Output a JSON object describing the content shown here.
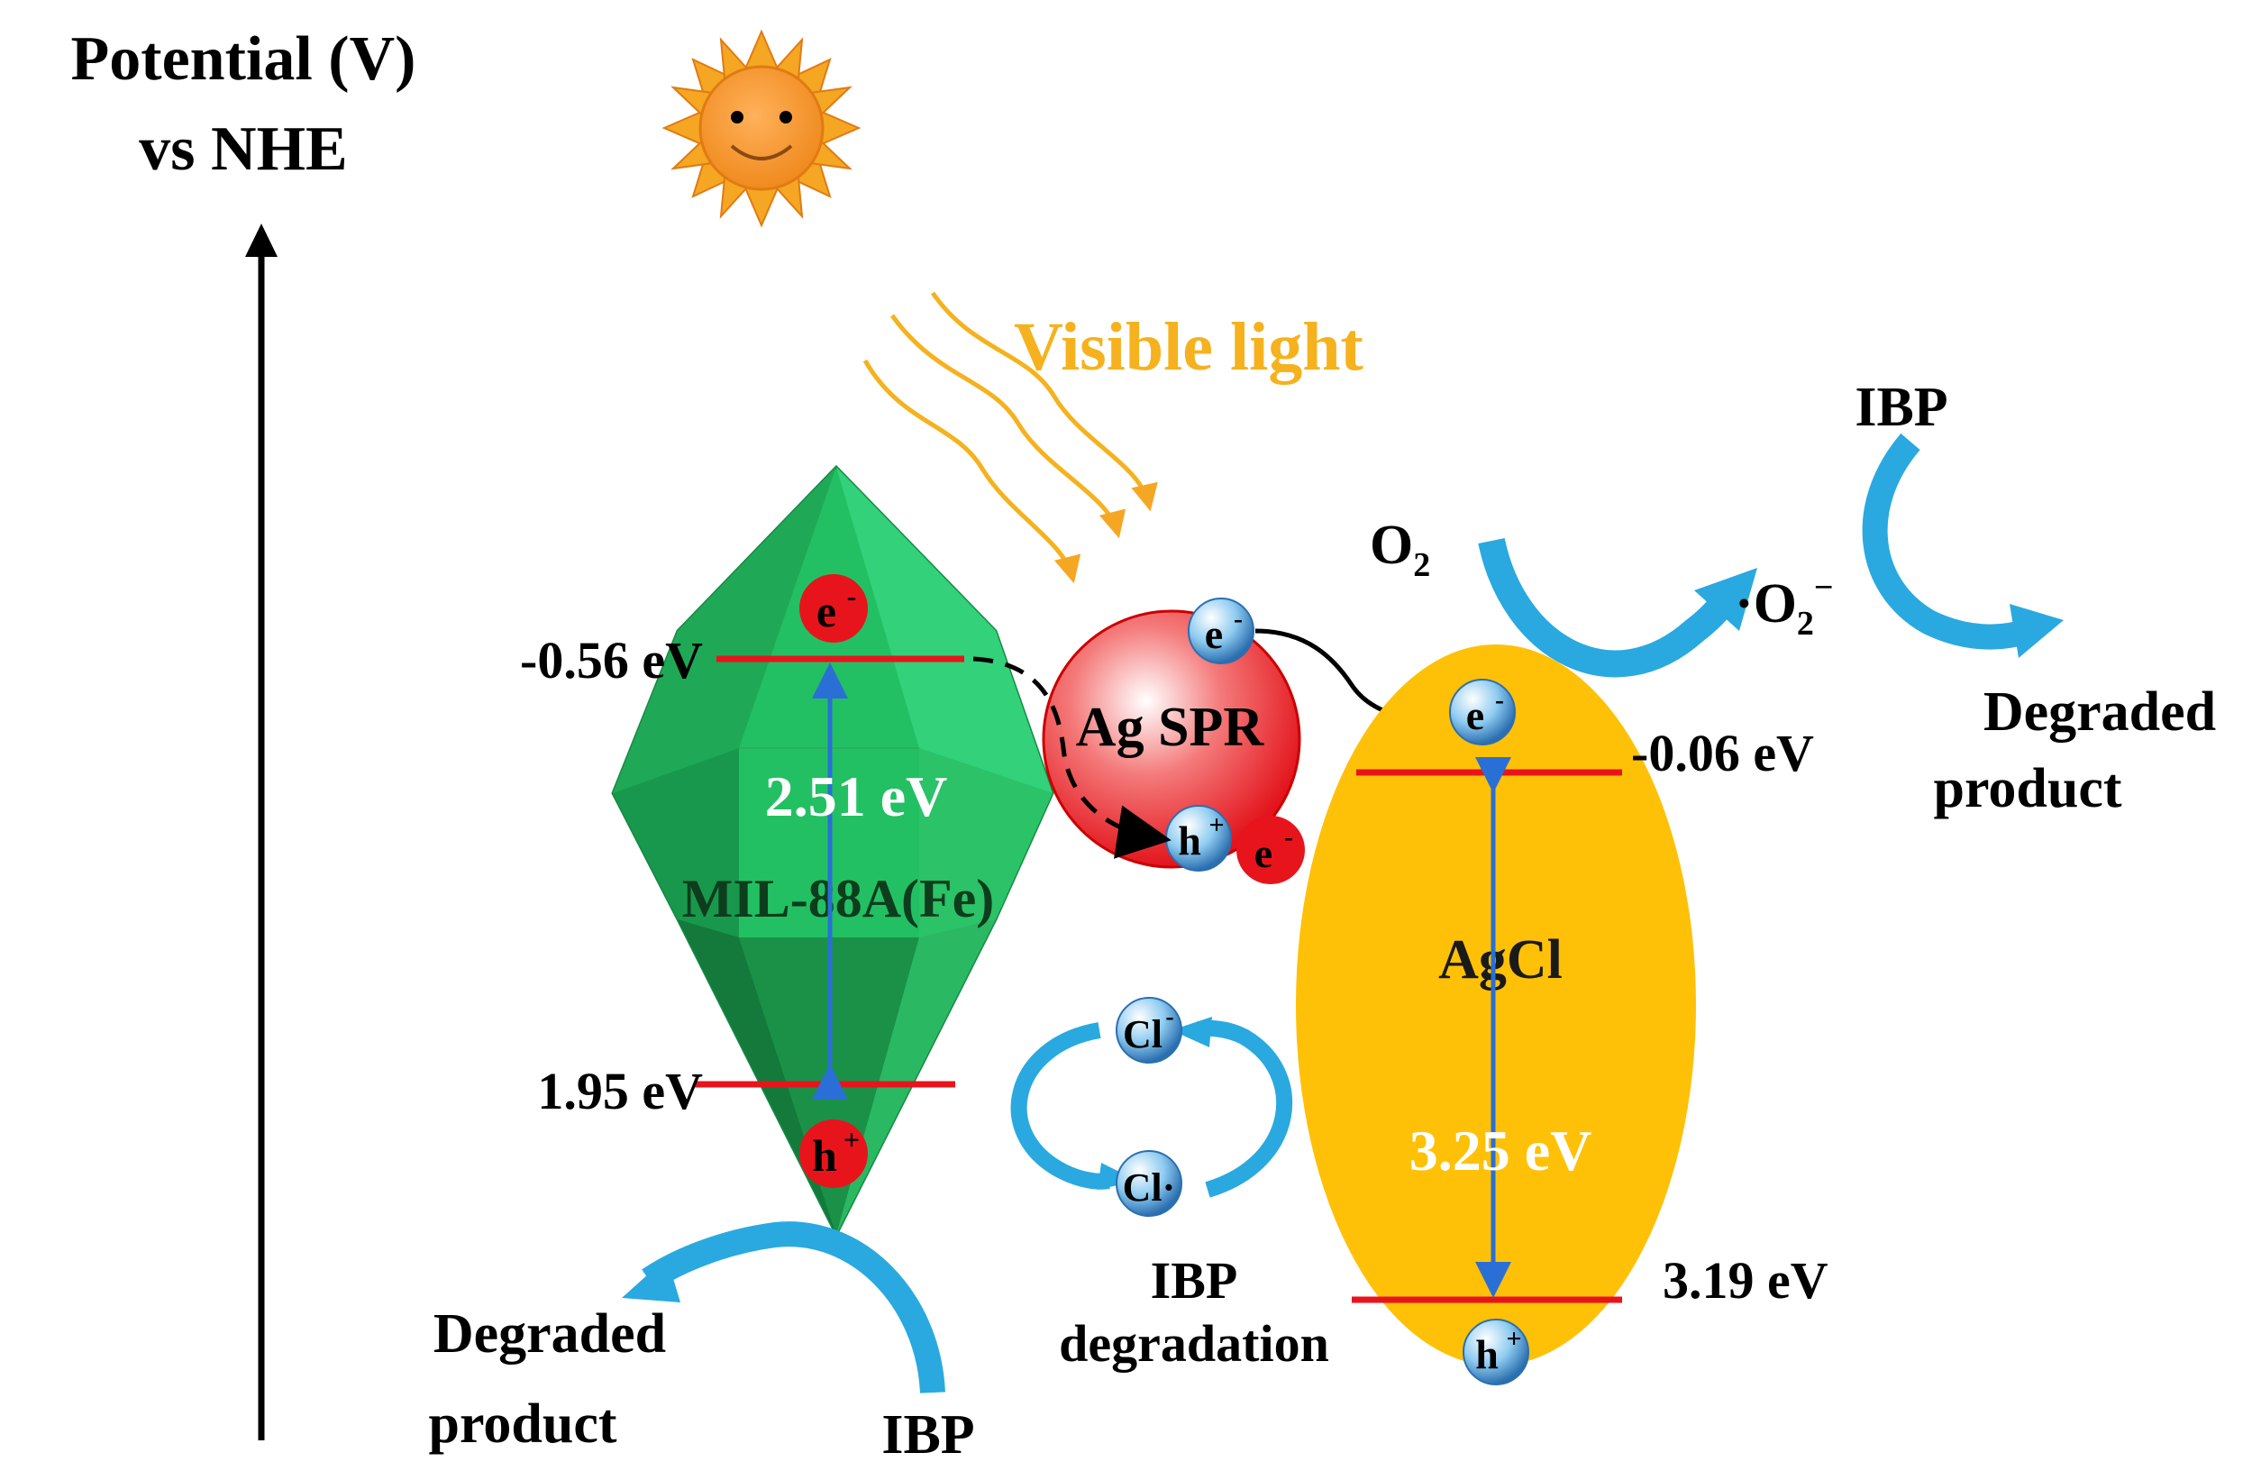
{
  "axis": {
    "title_line1": "Potential (V)",
    "title_line2": "vs NHE"
  },
  "light": {
    "label": "Visible light"
  },
  "mil": {
    "name": "MIL-88A(Fe)",
    "cb": "-0.56 eV",
    "vb": "1.95 eV",
    "gap": "2.51 eV",
    "electron": "e",
    "electron_sup": "-",
    "hole": "h",
    "hole_sup": "+"
  },
  "ag": {
    "name": "Ag SPR",
    "electron": "e",
    "electron_sup": "-",
    "hole": "h",
    "hole_sup": "+",
    "electron2": "e",
    "electron2_sup": "-"
  },
  "agcl": {
    "name": "AgCl",
    "cb": "-0.06 eV",
    "vb": "3.19 eV",
    "gap": "3.25 eV",
    "electron": "e",
    "electron_sup": "-",
    "hole": "h",
    "hole_sup": "+"
  },
  "cycle": {
    "cl_minus": "Cl",
    "cl_minus_sup": "-",
    "cl_radical": "Cl·",
    "label_line1": "IBP",
    "label_line2": "degradation"
  },
  "oxygen": {
    "reactant": "O",
    "reactant_sub": "2",
    "product_dot": "·",
    "product": "O",
    "product_sub": "2",
    "product_sup": "−"
  },
  "right_reaction": {
    "ibp": "IBP",
    "product_line1": "Degraded",
    "product_line2": "product"
  },
  "left_reaction": {
    "ibp": "IBP",
    "product_line1": "Degraded",
    "product_line2": "product"
  },
  "colors": {
    "green_light": "#2ecc71",
    "green_dark": "#1e8a46",
    "red": "#e8141c",
    "gold": "#ffc107",
    "orange": "#f5a623",
    "blue": "#29a9e0",
    "band_arrow": "#2a6fd6"
  }
}
